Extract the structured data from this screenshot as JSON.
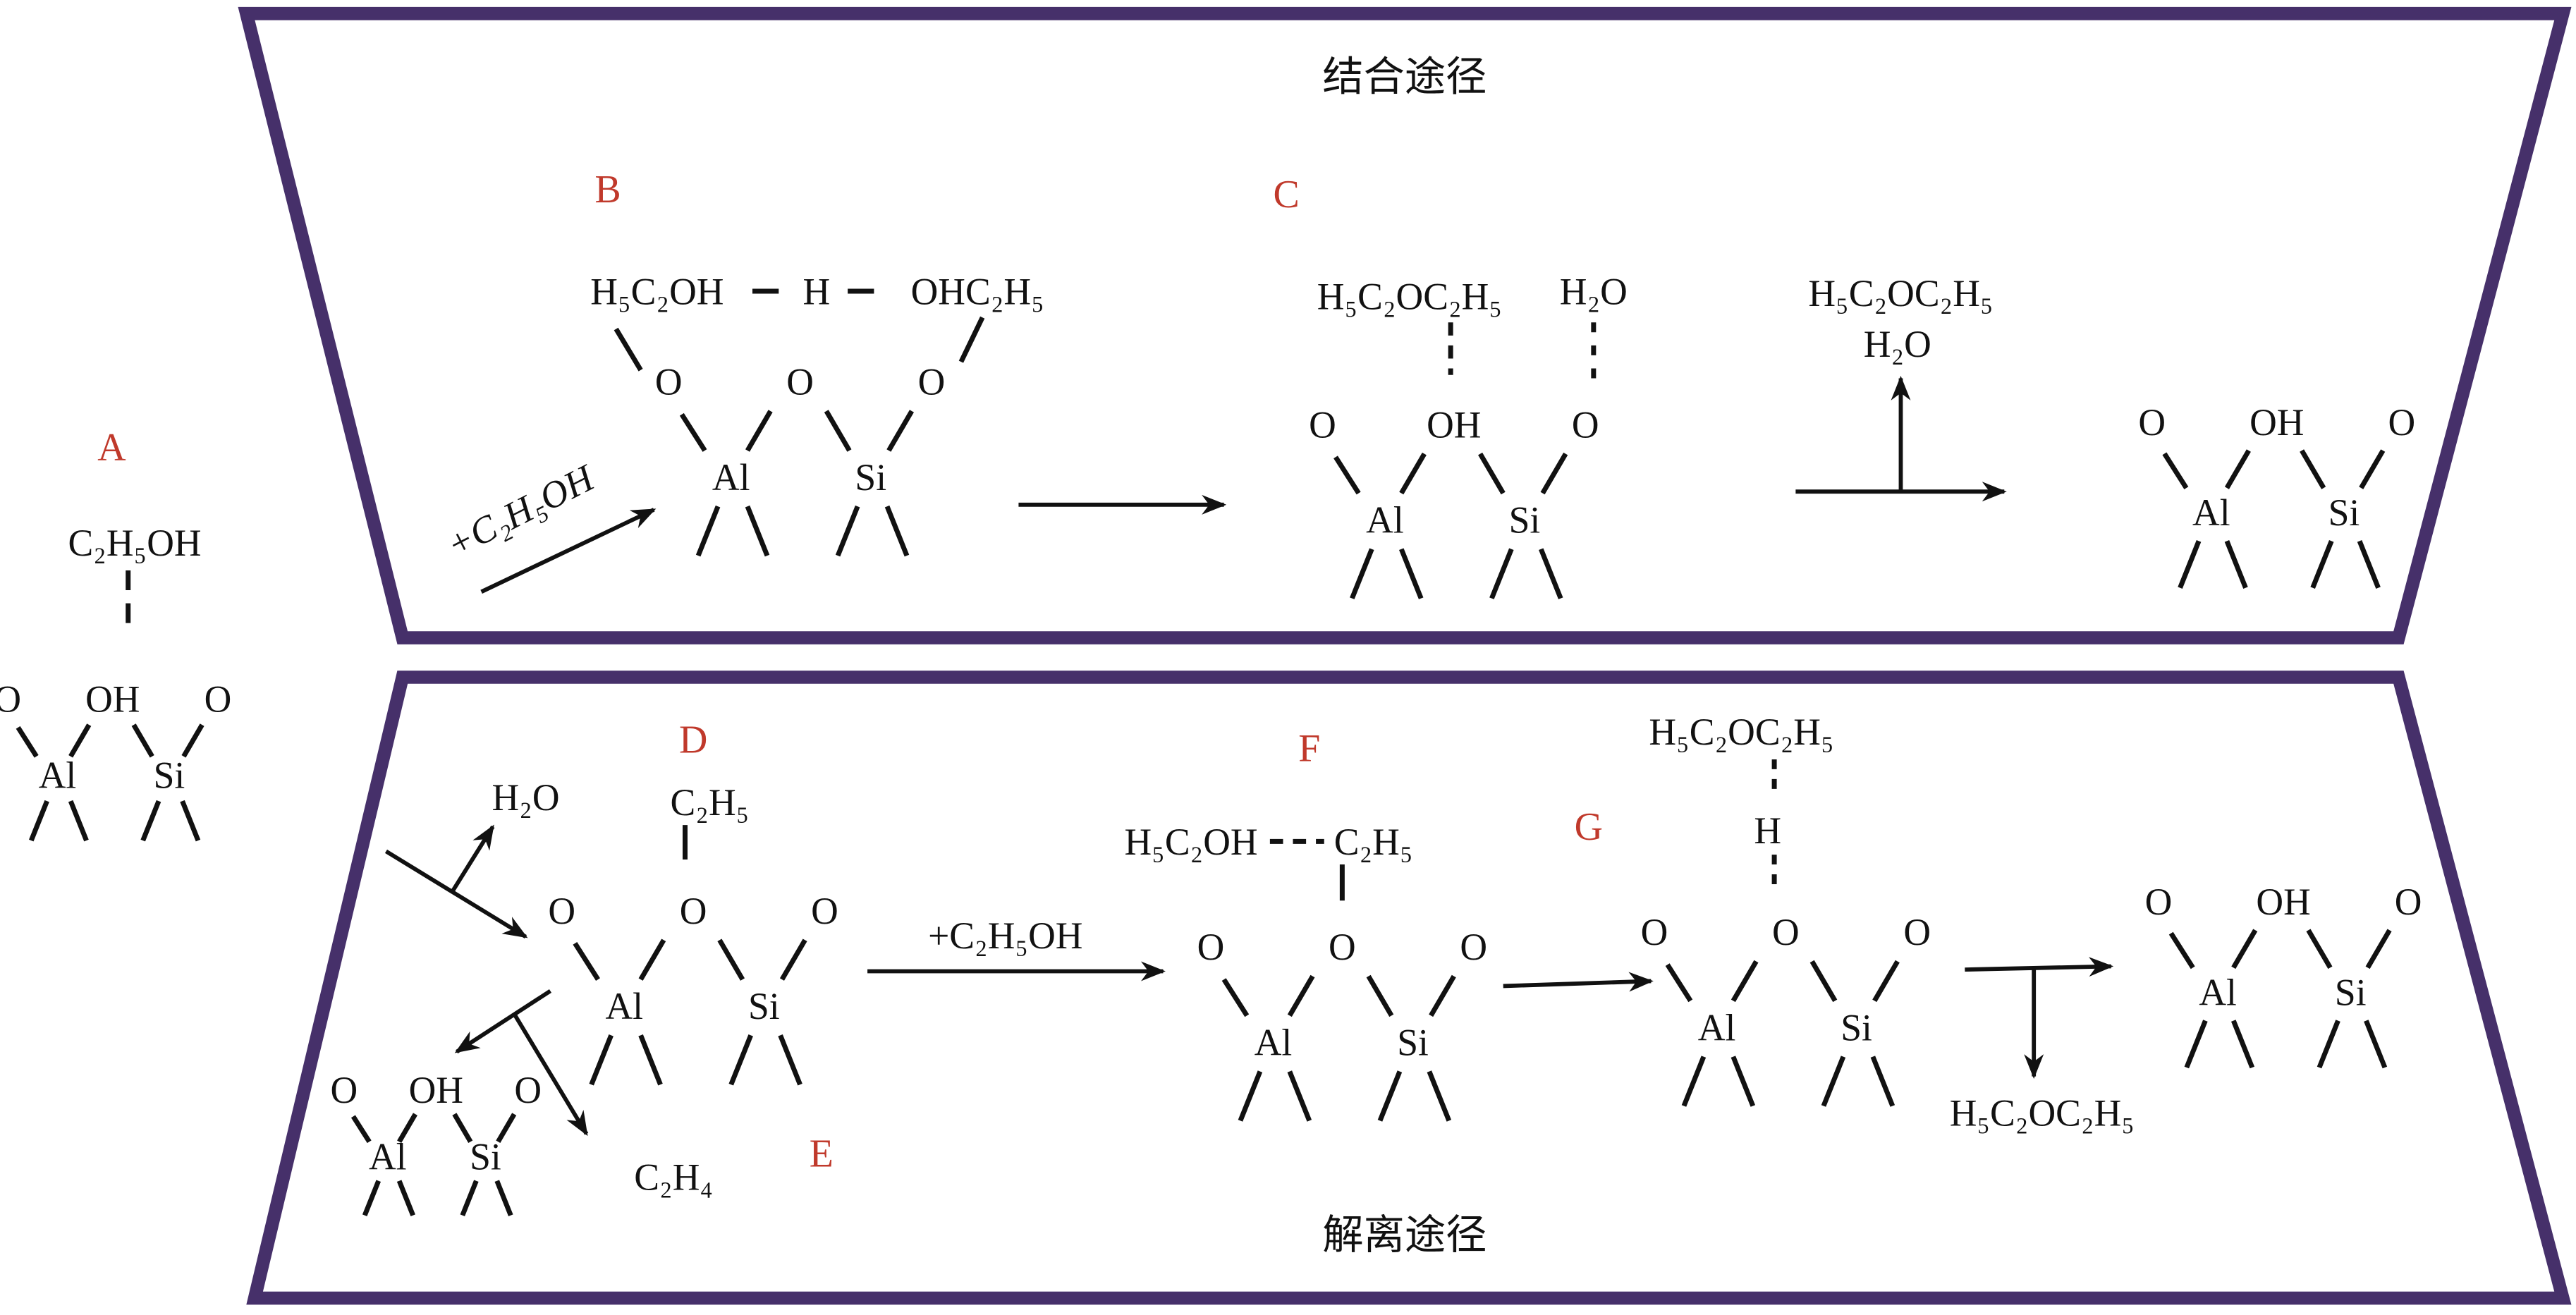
{
  "titles": {
    "combination": "结合途径",
    "dissociation": "解离途径"
  },
  "colors": {
    "frame": "#46306a",
    "label": "#c0392b"
  },
  "labels": {
    "A": "A",
    "B": "B",
    "C": "C",
    "D": "D",
    "E": "E",
    "F": "F",
    "G": "G"
  },
  "formulas": {
    "a_ethanol": "C₂H₅OH",
    "b_left": "H₅C₂OH",
    "b_h": "H",
    "b_right": "OHC₂H₅",
    "b_reagent": "+C₂H₅OH",
    "c_ether": "H₅C₂OC₂H₅",
    "c_water": "H₂O",
    "top_out_ether": "H₅C₂OC₂H₅",
    "top_out_water": "H₂O",
    "d_water": "H₂O",
    "d_ethyl": "C₂H₅",
    "e_ethylene": "C₂H₄",
    "df_reagent": "+C₂H₅OH",
    "f_ethanol": "H₅C₂OH",
    "f_ethyl": "C₂H₅",
    "g_ether": "H₅C₂OC₂H₅",
    "g_h": "H",
    "bottom_out_ether": "H₅C₂OC₂H₅"
  },
  "units": [
    {
      "name": "site-a",
      "atoms": {
        "al": "Al",
        "si": "Si",
        "o1": "O",
        "o2": "OH",
        "o3": "O"
      }
    },
    {
      "name": "site-b",
      "atoms": {
        "al": "Al",
        "si": "Si",
        "o1": "O",
        "o2": "O",
        "o3": "O"
      }
    },
    {
      "name": "site-c",
      "atoms": {
        "al": "Al",
        "si": "Si",
        "o1": "O",
        "o2": "OH",
        "o3": "O"
      }
    },
    {
      "name": "site-top-product",
      "atoms": {
        "al": "Al",
        "si": "Si",
        "o1": "O",
        "o2": "OH",
        "o3": "O"
      }
    },
    {
      "name": "site-d",
      "atoms": {
        "al": "Al",
        "si": "Si",
        "o1": "O",
        "o2": "O",
        "o3": "O"
      }
    },
    {
      "name": "site-d-regenerated",
      "atoms": {
        "al": "Al",
        "si": "Si",
        "o1": "O",
        "o2": "OH",
        "o3": "O"
      }
    },
    {
      "name": "site-f",
      "atoms": {
        "al": "Al",
        "si": "Si",
        "o1": "O",
        "o2": "O",
        "o3": "O"
      }
    },
    {
      "name": "site-g",
      "atoms": {
        "al": "Al",
        "si": "Si",
        "o1": "O",
        "o2": "O",
        "o3": "O"
      }
    },
    {
      "name": "site-bottom-product",
      "atoms": {
        "al": "Al",
        "si": "Si",
        "o1": "O",
        "o2": "OH",
        "o3": "O"
      }
    }
  ]
}
